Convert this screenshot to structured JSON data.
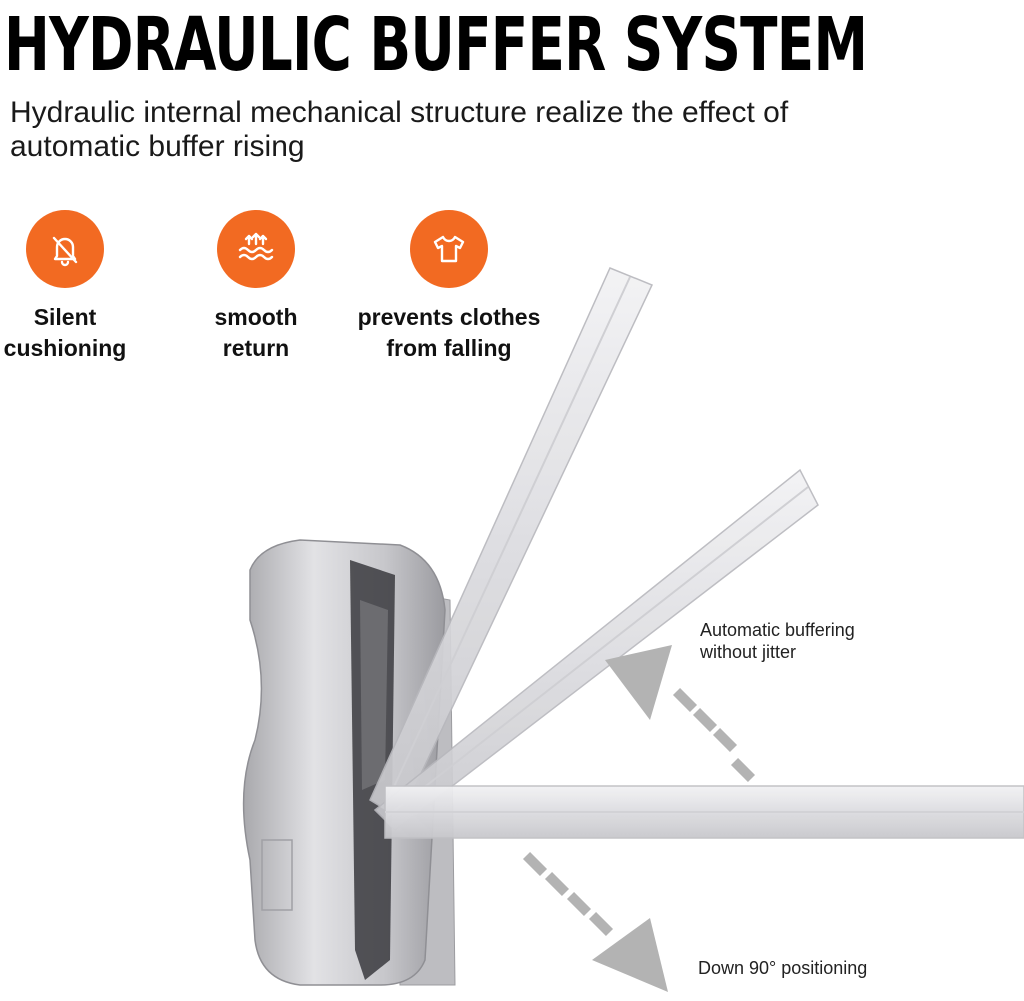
{
  "header": {
    "title": "HYDRAULIC BUFFER SYSTEM",
    "subtitle": "Hydraulic internal mechanical structure realize the effect of automatic buffer rising"
  },
  "features": [
    {
      "icon": "muted-bell-icon",
      "label_line1": "Silent",
      "label_line2": "cushioning"
    },
    {
      "icon": "water-waves-up-arrows-icon",
      "label_line1": "smooth",
      "label_line2": "return"
    },
    {
      "icon": "t-shirt-icon",
      "label_line1": "prevents clothes",
      "label_line2": "from falling"
    }
  ],
  "annotations": {
    "buffering_line1": "Automatic buffering",
    "buffering_line2": "without jitter",
    "positioning": "Down 90° positioning"
  },
  "colors": {
    "accent": "#f26a22",
    "arrow": "#b3b3b3",
    "metal": "#c9c9cc"
  }
}
